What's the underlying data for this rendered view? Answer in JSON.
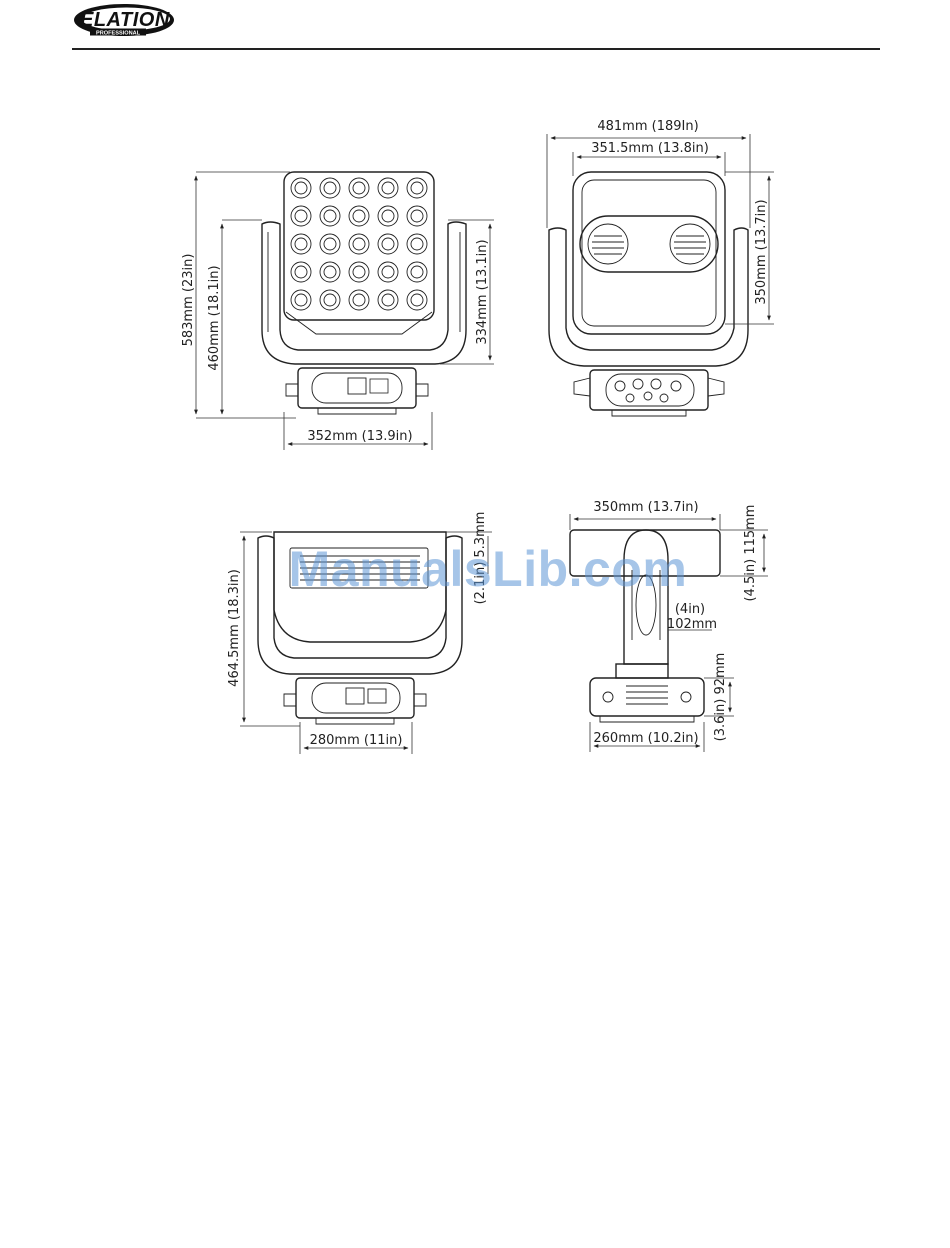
{
  "header": {
    "logo_text": "ELATION",
    "logo_subtext": "PROFESSIONAL"
  },
  "watermark": "ManualsLib.com",
  "views": {
    "front": {
      "height_total": "583mm (23in)",
      "height_yoke": "460mm (18.1in)",
      "head_height": "334mm (13.1in)",
      "base_width": "352mm (13.9in)"
    },
    "rear": {
      "width_total": "481mm (189In)",
      "head_width": "351.5mm (13.8in)",
      "head_height": "350mm (13.7in)"
    },
    "front_tilted": {
      "height": "464.5mm (18.3in)",
      "base_width": "280mm (11in)",
      "partial_label": "(2.1in) 5.3mm"
    },
    "side": {
      "head_depth": "350mm (13.7in)",
      "head_height": "(4.5in) 115mm",
      "arm_width_in": "(4in)",
      "arm_width_mm": "102mm",
      "base_height": "(3.6in) 92mm",
      "base_width": "260mm (10.2in)"
    }
  },
  "colors": {
    "ink": "#222222",
    "watermark": "#5c96d6"
  }
}
